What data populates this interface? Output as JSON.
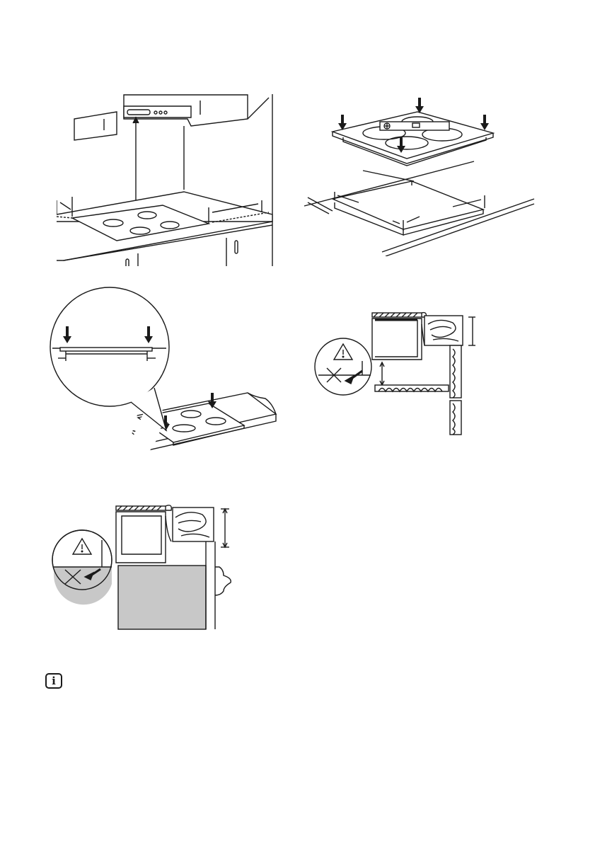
{
  "page": {
    "background": "#ffffff",
    "line_color": "#1a1a1a",
    "shade_color": "#c8c8c8"
  },
  "figures": [
    {
      "id": "fig1",
      "depicts": "cooker-hood-clearance-diagram"
    },
    {
      "id": "fig2",
      "depicts": "hob-insertion-into-cutout-diagram"
    },
    {
      "id": "fig3",
      "depicts": "seal-detail-magnifier-diagram"
    },
    {
      "id": "fig4",
      "depicts": "built-in-cross-section-with-drawer-diagram"
    },
    {
      "id": "fig5",
      "depicts": "built-in-cross-section-above-oven-diagram"
    }
  ],
  "icons": {
    "info": "info-icon",
    "warning": "warning-triangle-icon",
    "forbidden": "forbidden-cross-icon"
  },
  "info_glyph": "i"
}
